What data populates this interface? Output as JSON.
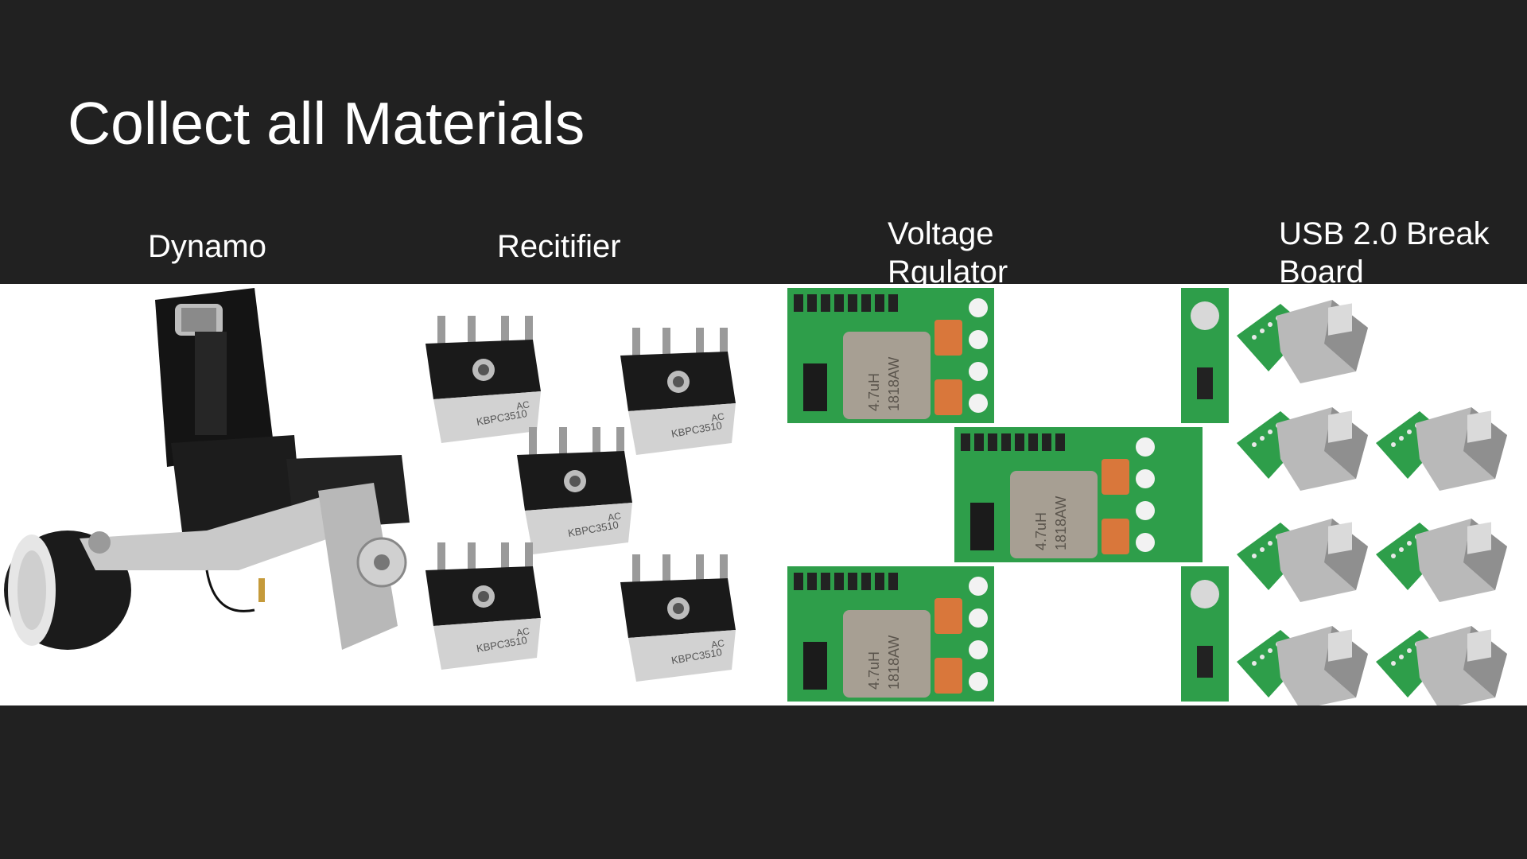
{
  "slide": {
    "title": "Collect all Materials",
    "items": [
      {
        "label": "Dynamo"
      },
      {
        "label": "Recitifier",
        "print_part1": "KBPC3510",
        "print_part2": "AC"
      },
      {
        "label": "Voltage Rgulator",
        "inductor_value": "4.7uH",
        "inductor_code": "1818AW"
      },
      {
        "label": "USB 2.0 Break Board"
      }
    ]
  },
  "colors": {
    "background": "#212121",
    "text": "#ffffff",
    "pcb_green": "#2e9e4a",
    "capacitor": "#d9773b"
  }
}
